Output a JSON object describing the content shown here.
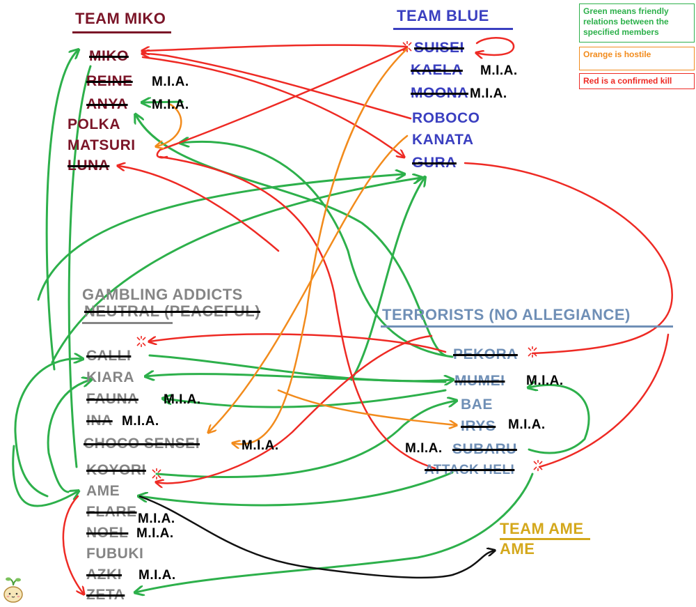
{
  "teams": {
    "miko": {
      "title": "TEAM MIKO",
      "members": [
        "MIKO",
        "REINE",
        "ANYA",
        "POLKA",
        "MATSURI",
        "LUNA"
      ]
    },
    "blue": {
      "title": "TEAM BLUE",
      "members": [
        "SUISEI",
        "KAELA",
        "MOONA",
        "ROBOCO",
        "KANATA",
        "GURA"
      ]
    },
    "gambling": {
      "title": "GAMBLING ADDICTS",
      "subtitle": "NEUTRAL (PEACEFUL)",
      "members": [
        "CALLI",
        "KIARA",
        "FAUNA",
        "INA",
        "CHOCO SENSEI",
        "KOYORI",
        "AME",
        "FLARE",
        "NOEL",
        "FUBUKI",
        "AZKI",
        "ZETA"
      ]
    },
    "terrorists": {
      "title": "TERRORISTS (NO ALLEGIANCE)",
      "members": [
        "PEKORA",
        "MUMEI",
        "BAE",
        "IRYS",
        "SUBARU",
        "ATTACK HELI"
      ]
    },
    "ame": {
      "title": "TEAM AME",
      "members": [
        "AME"
      ]
    }
  },
  "mia_label": "M.I.A.",
  "legend": {
    "green": "Green means friendly relations between the specified members",
    "orange": "Orange is hostile",
    "red": "Red is a confirmed kill"
  },
  "colors": {
    "friendly": "#2db04b",
    "hostile": "#f28b1c",
    "kill": "#ee2a24",
    "team_miko": "#7b1528",
    "team_blue": "#3a3fc0",
    "terrorists": "#6f8fb6",
    "gambling": "#858585",
    "team_ame": "#d4a81c"
  }
}
